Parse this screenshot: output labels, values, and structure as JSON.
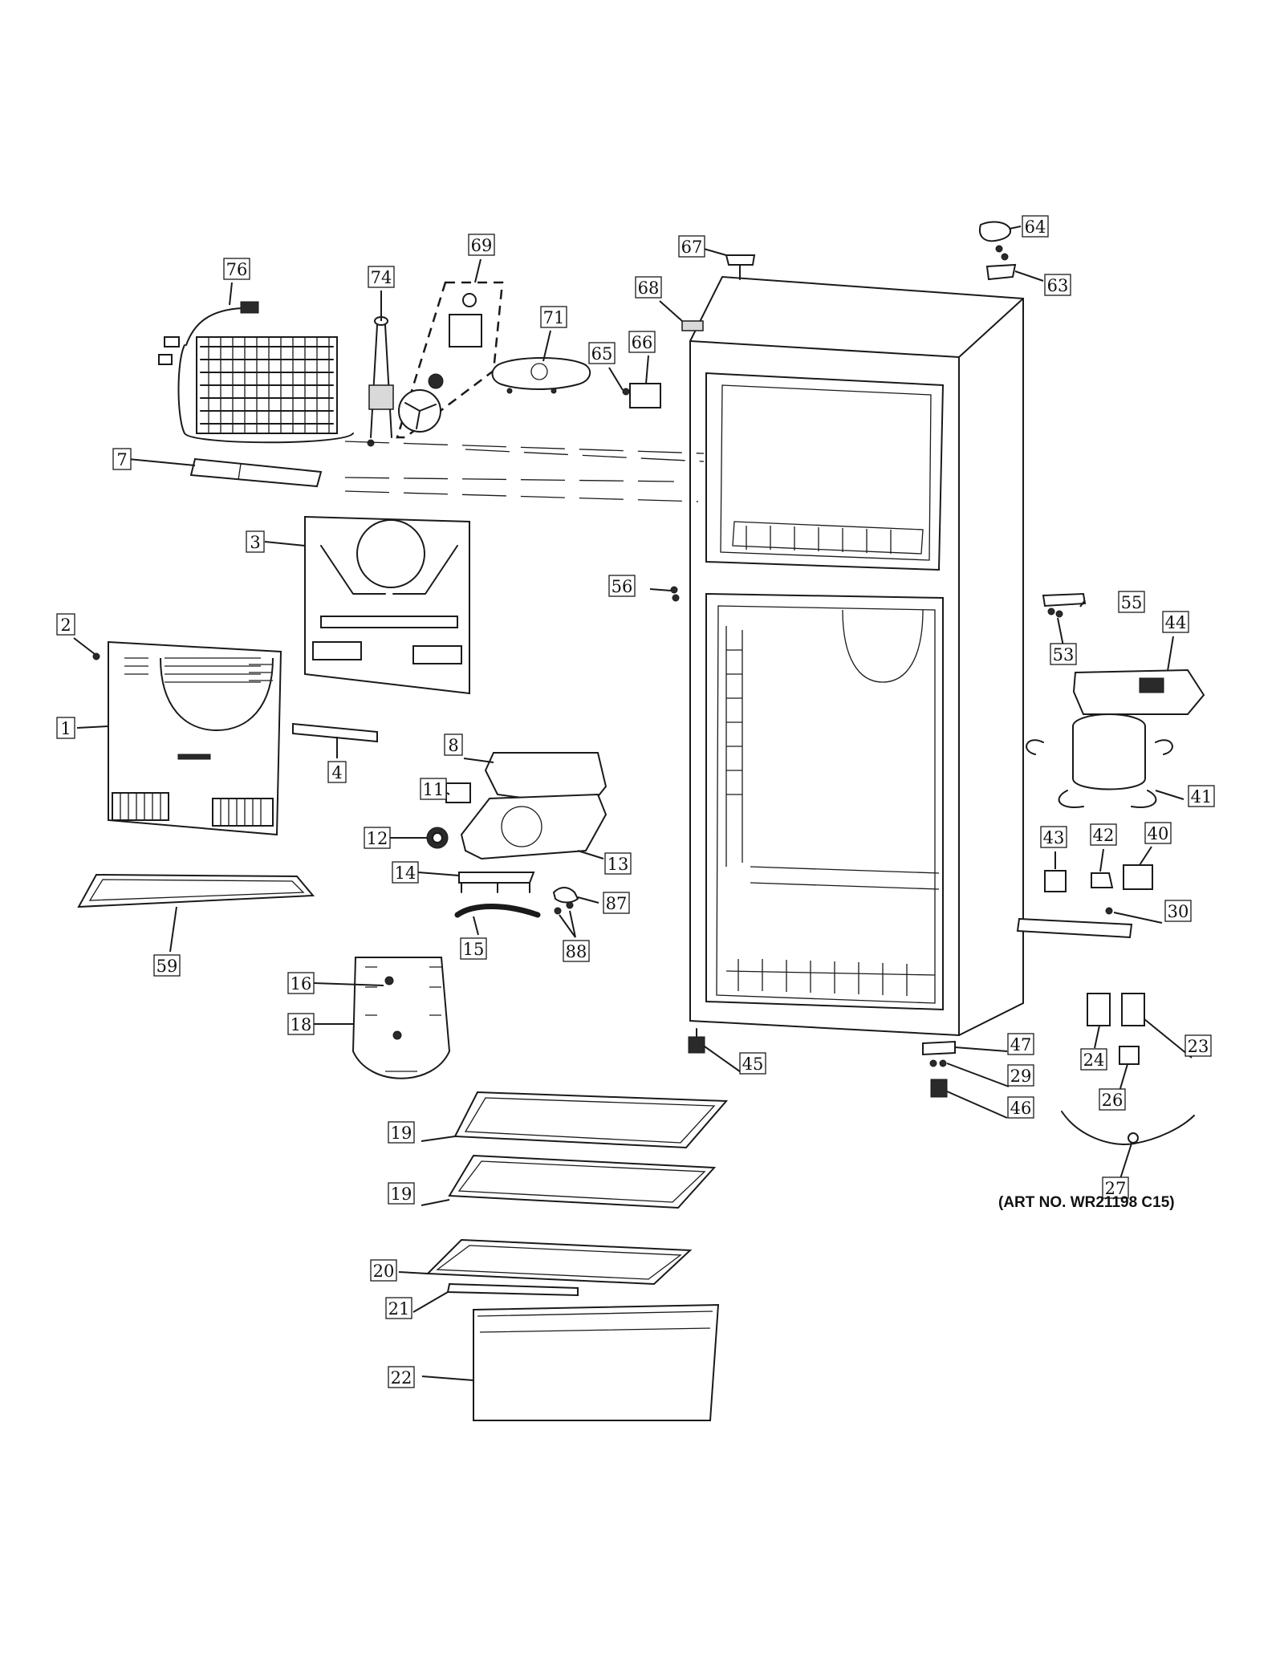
{
  "art_number": "(ART NO. WR21198 C15)",
  "callouts": [
    {
      "id": "c76",
      "label": "76"
    },
    {
      "id": "c74",
      "label": "74"
    },
    {
      "id": "c69",
      "label": "69"
    },
    {
      "id": "c71",
      "label": "71"
    },
    {
      "id": "c67",
      "label": "67"
    },
    {
      "id": "c68",
      "label": "68"
    },
    {
      "id": "c65",
      "label": "65"
    },
    {
      "id": "c66",
      "label": "66"
    },
    {
      "id": "c64",
      "label": "64"
    },
    {
      "id": "c63",
      "label": "63"
    },
    {
      "id": "c7",
      "label": "7"
    },
    {
      "id": "c3",
      "label": "3"
    },
    {
      "id": "c2",
      "label": "2"
    },
    {
      "id": "c1",
      "label": "1"
    },
    {
      "id": "c4",
      "label": "4"
    },
    {
      "id": "c8",
      "label": "8"
    },
    {
      "id": "c11",
      "label": "11"
    },
    {
      "id": "c12",
      "label": "12"
    },
    {
      "id": "c13",
      "label": "13"
    },
    {
      "id": "c14",
      "label": "14"
    },
    {
      "id": "c87",
      "label": "87"
    },
    {
      "id": "c15",
      "label": "15"
    },
    {
      "id": "c88",
      "label": "88"
    },
    {
      "id": "c59",
      "label": "59"
    },
    {
      "id": "c16",
      "label": "16"
    },
    {
      "id": "c18",
      "label": "18"
    },
    {
      "id": "c56",
      "label": "56"
    },
    {
      "id": "c55",
      "label": "55"
    },
    {
      "id": "c53",
      "label": "53"
    },
    {
      "id": "c44",
      "label": "44"
    },
    {
      "id": "c41",
      "label": "41"
    },
    {
      "id": "c43",
      "label": "43"
    },
    {
      "id": "c42",
      "label": "42"
    },
    {
      "id": "c40",
      "label": "40"
    },
    {
      "id": "c30",
      "label": "30"
    },
    {
      "id": "c45",
      "label": "45"
    },
    {
      "id": "c47",
      "label": "47"
    },
    {
      "id": "c29",
      "label": "29"
    },
    {
      "id": "c46",
      "label": "46"
    },
    {
      "id": "c24",
      "label": "24"
    },
    {
      "id": "c23",
      "label": "23"
    },
    {
      "id": "c26",
      "label": "26"
    },
    {
      "id": "c27",
      "label": "27"
    },
    {
      "id": "c19a",
      "label": "19"
    },
    {
      "id": "c19b",
      "label": "19"
    },
    {
      "id": "c20",
      "label": "20"
    },
    {
      "id": "c21",
      "label": "21"
    },
    {
      "id": "c22",
      "label": "22"
    }
  ]
}
